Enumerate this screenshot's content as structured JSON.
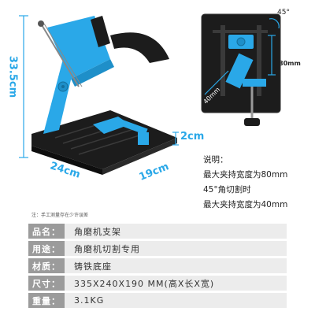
{
  "dimensions": {
    "height": "33.5cm",
    "depth": "24cm",
    "width": "19cm",
    "clamp_gap": "2cm"
  },
  "detail": {
    "angle": "45°",
    "clamp_width_max": "80mm",
    "clamp_width_angled": "40mm"
  },
  "notes": {
    "title": "说明：",
    "lines": [
      "最大夹持宽度为80mm",
      "45°角切割时",
      "最大夹持宽度为40mm"
    ]
  },
  "disclaimer": "注：手工测量存在少许误差",
  "specs": [
    {
      "key": "品名：",
      "value": "角磨机支架"
    },
    {
      "key": "用途：",
      "value": "角磨机切割专用"
    },
    {
      "key": "材质：",
      "value": "铸铁底座"
    },
    {
      "key": "尺寸：",
      "value": "335X240X190 MM(高X长X宽)"
    },
    {
      "key": "重量：",
      "value": "3.1KG"
    }
  ],
  "colors": {
    "accent": "#2aa8e8",
    "base": "#1c1c1c",
    "label_bg": "#9b9b9b",
    "value_bg": "#ececec"
  }
}
